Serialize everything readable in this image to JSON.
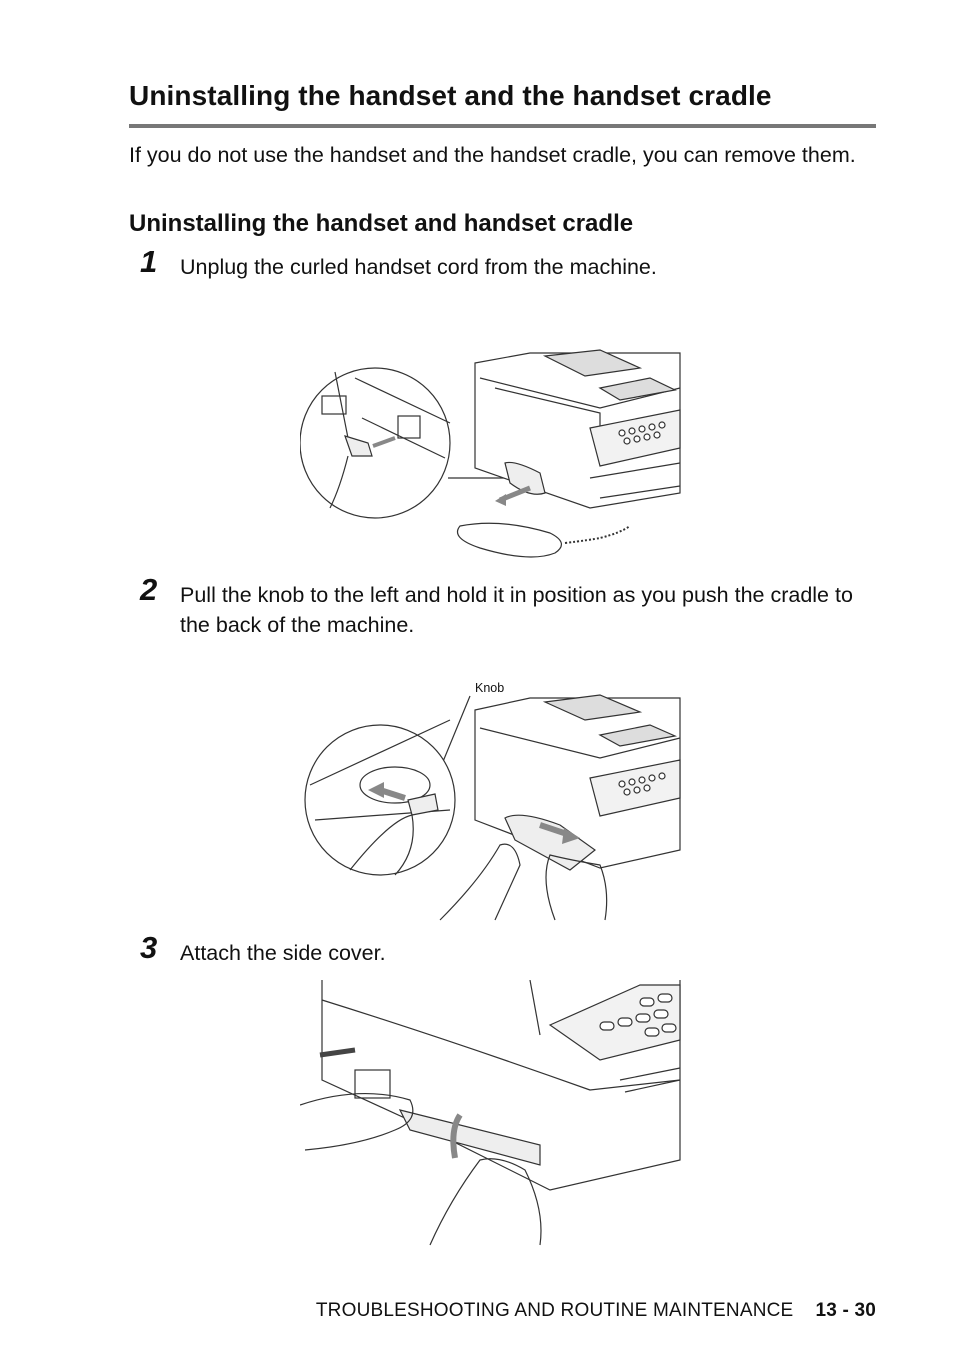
{
  "title": "Uninstalling the handset and the handset cradle",
  "intro": "If you do not use the handset and the handset cradle, you can remove them.",
  "subheading": "Uninstalling the handset and handset cradle",
  "steps": [
    {
      "number": "1",
      "text": "Unplug the curled handset cord from the machine."
    },
    {
      "number": "2",
      "text": "Pull the knob to the left and hold it in position as you push the cradle to the back of the machine."
    },
    {
      "number": "3",
      "text": "Attach the side cover."
    }
  ],
  "figures": {
    "knob_label": "Knob"
  },
  "footer": {
    "section": "TROUBLESHOOTING AND ROUTINE MAINTENANCE",
    "page": "13 - 30"
  }
}
